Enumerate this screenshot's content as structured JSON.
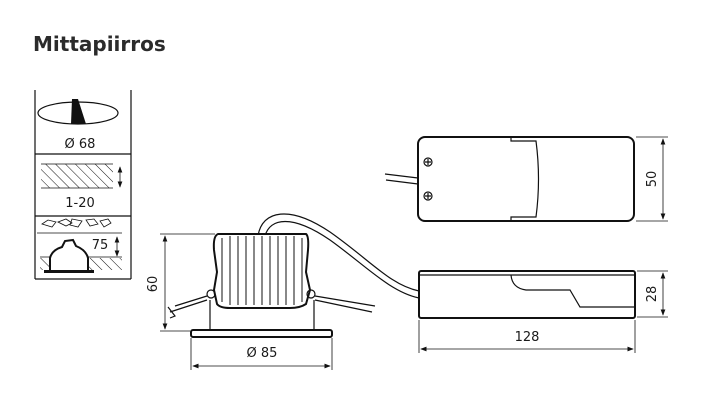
{
  "page": {
    "title": "Mittapiirros"
  },
  "legend_panel": {
    "cutout_diameter": "Ø 68",
    "ceiling_thickness": "1-20",
    "recess_depth": "75"
  },
  "luminaire": {
    "height": "60",
    "diameter": "Ø 85"
  },
  "driver": {
    "width": "50",
    "height": "28",
    "length": "128"
  }
}
